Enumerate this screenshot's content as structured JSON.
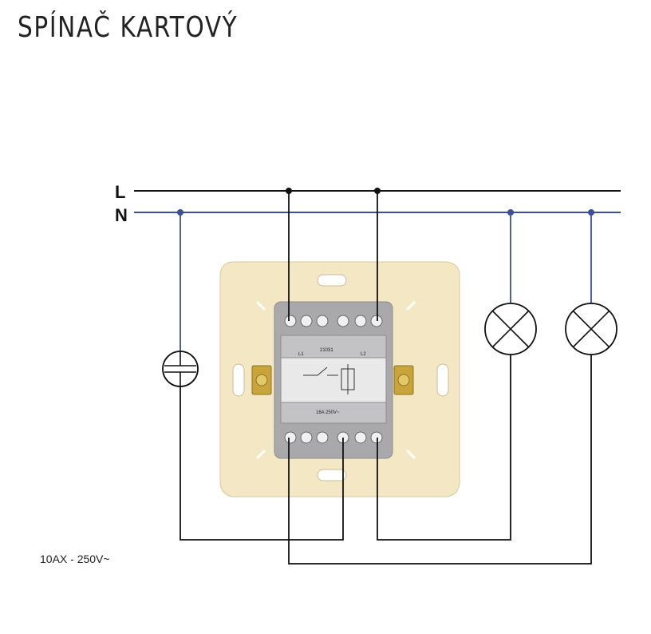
{
  "title": "SPÍNAČ KARTOVÝ",
  "rating": "10AX - 250V~",
  "lines": {
    "live": "L",
    "neutral": "N"
  },
  "device": {
    "code": "21031",
    "term_left": "L1",
    "term_right": "L2",
    "voltage": "16A 250V~"
  },
  "colors": {
    "live_wire": "#111111",
    "neutral_wire": "#3b4f9b",
    "plate": "#f3e7c4",
    "mechanism": "#a9a9ab",
    "screw": "#c9a43b"
  },
  "icons": [
    "socket-symbol",
    "lamp-symbol",
    "lamp-symbol"
  ]
}
